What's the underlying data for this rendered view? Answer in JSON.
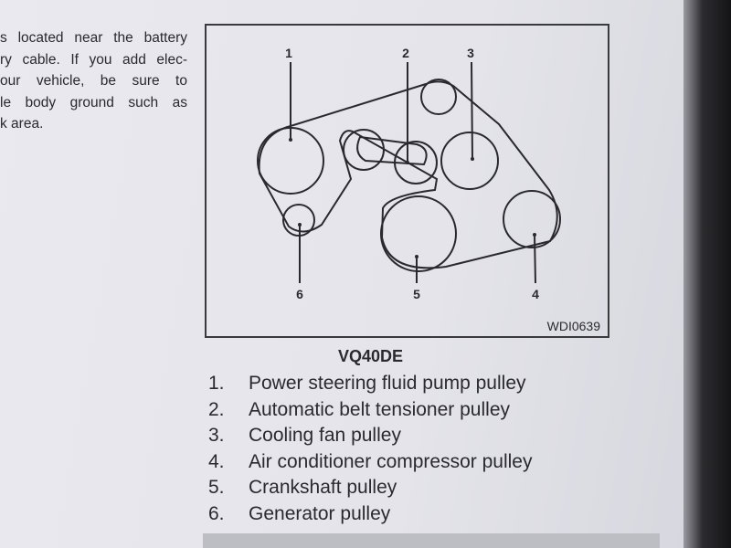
{
  "left_text": {
    "lines": [
      "s located near the battery",
      "ry cable. If you add elec-",
      "our vehicle, be sure to",
      "le body ground such as",
      "k area."
    ]
  },
  "figure": {
    "id_label": "WDI0639",
    "callouts": [
      "1",
      "2",
      "3",
      "4",
      "5",
      "6"
    ],
    "caption": "VQ40DE"
  },
  "legend": {
    "items": [
      {
        "num": "1.",
        "text": "Power steering fluid pump pulley"
      },
      {
        "num": "2.",
        "text": "Automatic belt tensioner pulley"
      },
      {
        "num": "3.",
        "text": "Cooling fan pulley"
      },
      {
        "num": "4.",
        "text": "Air conditioner compressor pulley"
      },
      {
        "num": "5.",
        "text": "Crankshaft pulley"
      },
      {
        "num": "6.",
        "text": "Generator pulley"
      }
    ]
  },
  "colors": {
    "paper": "#e6e6ec",
    "ink": "#2a2a2e",
    "warning_bar": "#bdbdc4"
  }
}
